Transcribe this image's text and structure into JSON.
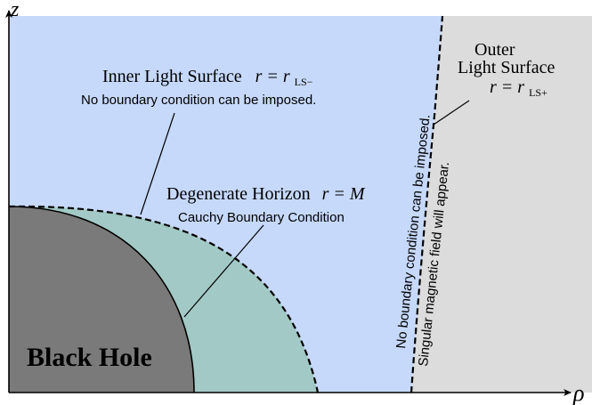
{
  "colors": {
    "inner_region": "#c6d9fb",
    "outer_region": "#dcdcdc",
    "between_region": "#a2c9c5",
    "black_hole": "#7a7a7a",
    "lines": "#000000"
  },
  "axes": {
    "z_label": "z",
    "rho_label": "ρ"
  },
  "labels": {
    "inner_ls": {
      "title": "Inner Light Surface",
      "eq_prefix": "r = r",
      "eq_sub": "LS−",
      "note": "No boundary condition can be imposed."
    },
    "horizon": {
      "title": "Degenerate Horizon",
      "eq": "r = M",
      "note": "Cauchy Boundary Condition"
    },
    "outer_ls": {
      "line1": "Outer",
      "line2": "Light Surface",
      "eq_prefix": "r = r",
      "eq_sub": "LS+"
    },
    "vertical_note_1": "No boundary condition can be imposed.",
    "vertical_note_2": "Singular magnetic field will appear.",
    "black_hole": "Black Hole"
  }
}
